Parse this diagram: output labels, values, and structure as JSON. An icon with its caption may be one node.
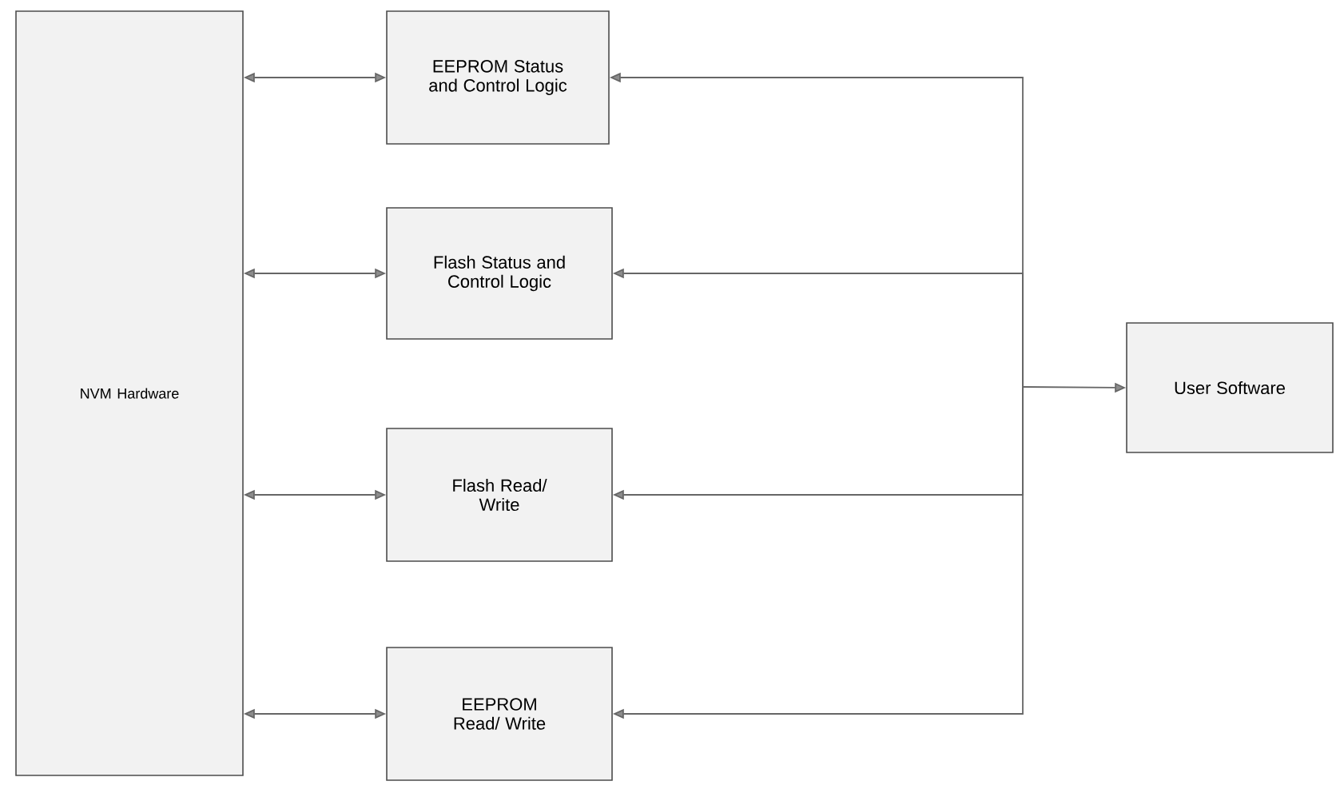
{
  "diagram": {
    "nodes": [
      {
        "text": [
          "NVM Hardware"
        ]
      },
      {
        "text": [
          "EEPROM Status and Control Logic"
        ]
      },
      {
        "text": [
          "Flash Status and Control Logic"
        ]
      },
      {
        "text": [
          "Flash Read/ Write"
        ]
      },
      {
        "text": [
          "EEPROM Read/ Write"
        ]
      },
      {
        "text": [
          "User Software"
        ]
      }
    ],
    "edges": [
      {
        "from": 0,
        "to": 1,
        "arrow": "both"
      },
      {
        "from": 0,
        "to": 2,
        "arrow": "both"
      },
      {
        "from": 0,
        "to": 3,
        "arrow": "both"
      },
      {
        "from": 0,
        "to": 4,
        "arrow": "both"
      },
      {
        "from": 1,
        "to": 5,
        "arrow": "both"
      },
      {
        "from": 2,
        "to": 5,
        "arrow": "both"
      },
      {
        "from": 3,
        "to": 5,
        "arrow": "both"
      },
      {
        "from": 4,
        "to": 5,
        "arrow": "both"
      }
    ]
  }
}
